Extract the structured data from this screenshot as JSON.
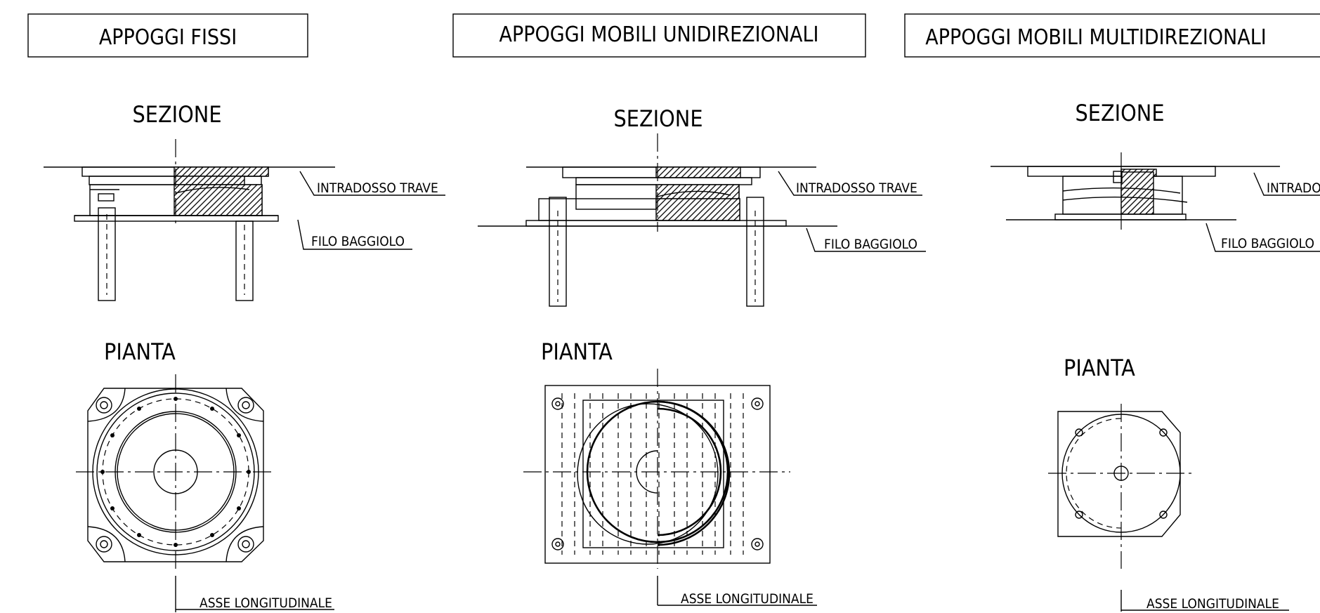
{
  "headers": {
    "fixed": "APPOGGI FISSI",
    "unidirectional": "APPOGGI MOBILI UNIDIREZIONALI",
    "multidirectional": "APPOGGI MOBILI MULTIDIREZIONALI"
  },
  "section_title": "SEZIONE",
  "plan_title": "PIANTA",
  "labels": {
    "intrados": "INTRADOSSO TRAVE",
    "intrados_cropped": "INTRADO",
    "pedestal": "FILO BAGGIOLO",
    "axis": "ASSE LONGITUDINALE"
  }
}
